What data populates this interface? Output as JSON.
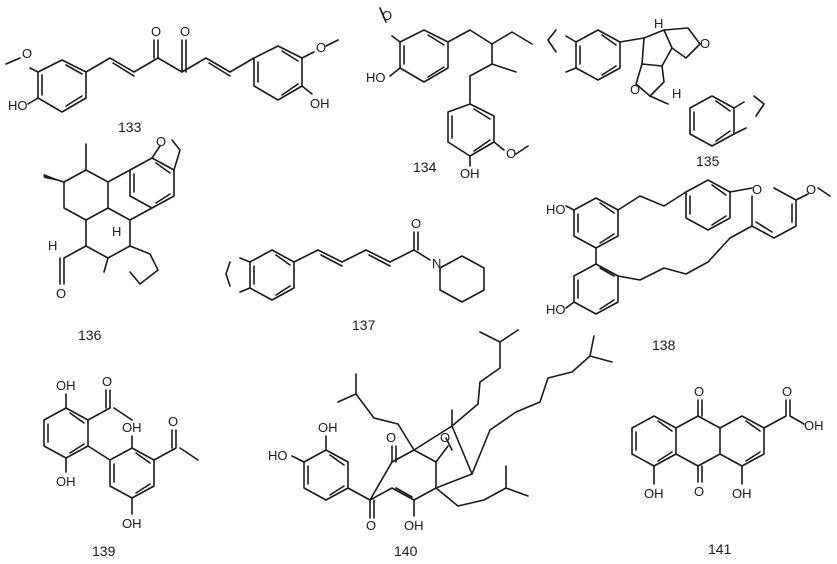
{
  "compounds": [
    {
      "id": "133",
      "atoms": {
        "o_methoxy_left": "O",
        "oh_left": "HO",
        "ketone_1": "O",
        "ketone_2": "O",
        "o_methoxy_right": "O",
        "oh_right": "OH"
      }
    },
    {
      "id": "134",
      "atoms": {
        "o_methoxy_top": "O",
        "oh_top": "HO",
        "o_methoxy_bottom": "O",
        "oh_bottom": "OH"
      }
    },
    {
      "id": "135",
      "atoms": {
        "h_top": "H",
        "h_bottom": "H",
        "o_ring_top": "O",
        "o_ring_bottom": "O"
      }
    },
    {
      "id": "136",
      "atoms": {
        "h_ring_junction": "H",
        "h_left": "H",
        "ketone": "O",
        "o_methylenedioxy": "O"
      }
    },
    {
      "id": "137",
      "atoms": {
        "amide_o": "O",
        "amide_n": "N"
      }
    },
    {
      "id": "138",
      "atoms": {
        "oh_top_left": "HO",
        "oh_bottom_left": "HO",
        "ether_o": "O",
        "o_methoxy": "O"
      }
    },
    {
      "id": "139",
      "atoms": {
        "oh_1": "OH",
        "oh_2": "OH",
        "oh_3": "OH",
        "oh_4": "OH",
        "acetyl_o_1": "O",
        "acetyl_o_2": "O"
      }
    },
    {
      "id": "140",
      "atoms": {
        "oh_catechol_1": "OH",
        "oh_catechol_2": "HO",
        "ketone_1": "O",
        "ketone_2": "O",
        "carbonyl_o": "O",
        "enol_oh": "OH"
      }
    },
    {
      "id": "141",
      "atoms": {
        "quinone_o_top": "O",
        "quinone_o_bottom": "O",
        "oh_left": "OH",
        "oh_right": "OH",
        "acid_o": "O",
        "acid_oh": "OH"
      }
    }
  ],
  "colors": {
    "ink": "#1a1a1a",
    "background": "#ffffff"
  }
}
